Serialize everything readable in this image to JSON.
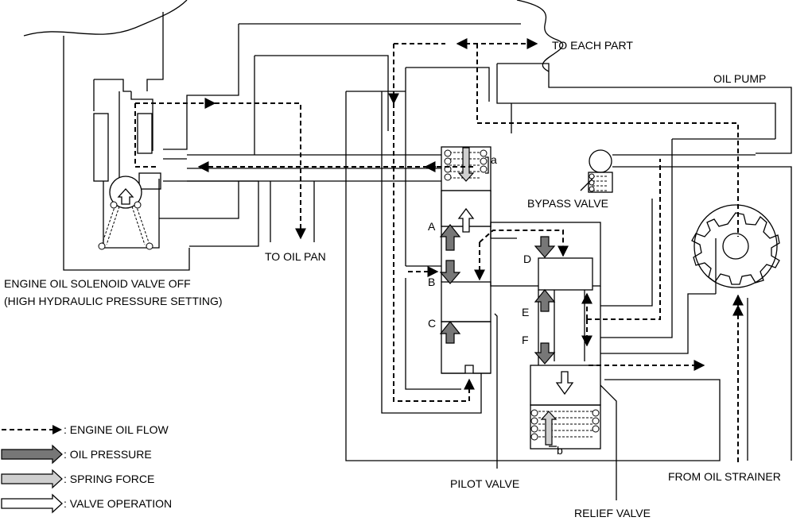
{
  "labels": {
    "to_each_part": "TO EACH PART",
    "oil_pump": "OIL PUMP",
    "bypass_valve": "BYPASS VALVE",
    "to_oil_pan": "TO OIL PAN",
    "solenoid_line1": "ENGINE OIL SOLENOID VALVE OFF",
    "solenoid_line2": "(HIGH HYDRAULIC PRESSURE SETTING)",
    "pilot_valve": "PILOT VALVE",
    "relief_valve": "RELIEF VALVE",
    "from_oil_strainer": "FROM OIL STRAINER"
  },
  "letters": {
    "a_upper": "A",
    "b_upper": "B",
    "c_upper": "C",
    "d_upper": "D",
    "e_upper": "E",
    "f_upper": "F",
    "a_lower": "a",
    "b_lower": "b"
  },
  "legend": [
    {
      "style": "dashed-arrow",
      "label": ": ENGINE OIL FLOW"
    },
    {
      "style": "gray-arrow",
      "label": ": OIL PRESSURE"
    },
    {
      "style": "light-arrow",
      "label": ": SPRING FORCE"
    },
    {
      "style": "white-arrow",
      "label": ": VALVE OPERATION"
    }
  ],
  "colors": {
    "oil_pressure": "#777777",
    "spring_force": "#cfcfcf",
    "valve_operation": "#ffffff"
  }
}
